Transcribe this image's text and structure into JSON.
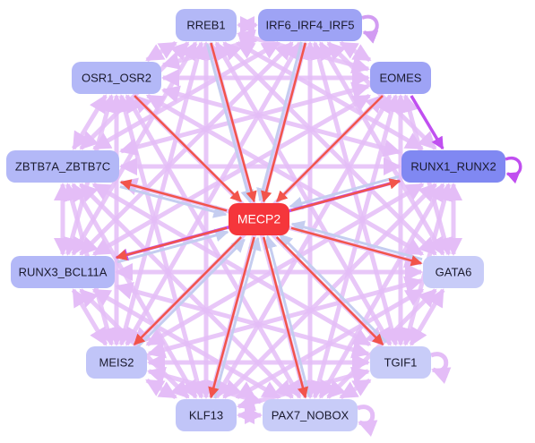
{
  "colors": {
    "background": "#ffffff",
    "edge_light": "#e4bdf7",
    "edge_mid": "#d29cf2",
    "edge_strong": "#c04ff0",
    "edge_red": "#f2544b",
    "edge_blue": "#c5cdf0",
    "hub_fill": "#f5363b"
  },
  "nodes": [
    {
      "id": "RREB1",
      "label": "RREB1",
      "fill": "#b3b8f7"
    },
    {
      "id": "IRF6_IRF4_IRF5",
      "label": "IRF6_IRF4_IRF5",
      "fill": "#9ea3f5"
    },
    {
      "id": "EOMES",
      "label": "EOMES",
      "fill": "#9ea3f5"
    },
    {
      "id": "OSR1_OSR2",
      "label": "OSR1_OSR2",
      "fill": "#b3b8f7"
    },
    {
      "id": "ZBTB7A_ZBTB7C",
      "label": "ZBTB7A_ZBTB7C",
      "fill": "#b3b8f7"
    },
    {
      "id": "RUNX1_RUNX2",
      "label": "RUNX1_RUNX2",
      "fill": "#8088f2"
    },
    {
      "id": "MECP2",
      "label": "MECP2",
      "fill": "#f5363b"
    },
    {
      "id": "RUNX3_BCL11A",
      "label": "RUNX3_BCL11A",
      "fill": "#b3b8f7"
    },
    {
      "id": "GATA6",
      "label": "GATA6",
      "fill": "#c8ccf8"
    },
    {
      "id": "MEIS2",
      "label": "MEIS2",
      "fill": "#c1c5f8"
    },
    {
      "id": "TGIF1",
      "label": "TGIF1",
      "fill": "#c8ccf8"
    },
    {
      "id": "KLF13",
      "label": "KLF13",
      "fill": "#c1c5f8"
    },
    {
      "id": "PAX7_NOBOX",
      "label": "PAX7_NOBOX",
      "fill": "#c8ccf8"
    }
  ],
  "edges": [
    {
      "from": "RREB1",
      "to": "MECP2",
      "kind": "red"
    },
    {
      "from": "IRF6_IRF4_IRF5",
      "to": "MECP2",
      "kind": "red"
    },
    {
      "from": "EOMES",
      "to": "MECP2",
      "kind": "red"
    },
    {
      "from": "OSR1_OSR2",
      "to": "MECP2",
      "kind": "red"
    },
    {
      "from": "MECP2",
      "to": "ZBTB7A_ZBTB7C",
      "kind": "red"
    },
    {
      "from": "MECP2",
      "to": "RUNX1_RUNX2",
      "kind": "red"
    },
    {
      "from": "MECP2",
      "to": "RUNX3_BCL11A",
      "kind": "red"
    },
    {
      "from": "MECP2",
      "to": "GATA6",
      "kind": "red"
    },
    {
      "from": "MECP2",
      "to": "MEIS2",
      "kind": "red"
    },
    {
      "from": "MECP2",
      "to": "TGIF1",
      "kind": "red"
    },
    {
      "from": "MECP2",
      "to": "KLF13",
      "kind": "red"
    },
    {
      "from": "MECP2",
      "to": "PAX7_NOBOX",
      "kind": "red"
    },
    {
      "from": "RUNX1_RUNX2",
      "to": "RUNX3_BCL11A",
      "kind": "strong"
    },
    {
      "from": "EOMES",
      "to": "RUNX1_RUNX2",
      "kind": "strong"
    },
    {
      "from": "RREB1",
      "to": "IRF6_IRF4_IRF5",
      "kind": "light"
    },
    {
      "from": "RREB1",
      "to": "OSR1_OSR2",
      "kind": "light"
    },
    {
      "from": "RREB1",
      "to": "EOMES",
      "kind": "light"
    },
    {
      "from": "RREB1",
      "to": "ZBTB7A_ZBTB7C",
      "kind": "light"
    },
    {
      "from": "RREB1",
      "to": "RUNX1_RUNX2",
      "kind": "light"
    },
    {
      "from": "RREB1",
      "to": "RUNX3_BCL11A",
      "kind": "light"
    },
    {
      "from": "RREB1",
      "to": "GATA6",
      "kind": "light"
    },
    {
      "from": "RREB1",
      "to": "MEIS2",
      "kind": "light"
    },
    {
      "from": "RREB1",
      "to": "TGIF1",
      "kind": "light"
    },
    {
      "from": "RREB1",
      "to": "KLF13",
      "kind": "light"
    },
    {
      "from": "RREB1",
      "to": "PAX7_NOBOX",
      "kind": "light"
    },
    {
      "from": "IRF6_IRF4_IRF5",
      "to": "EOMES",
      "kind": "light"
    },
    {
      "from": "IRF6_IRF4_IRF5",
      "to": "OSR1_OSR2",
      "kind": "light"
    },
    {
      "from": "IRF6_IRF4_IRF5",
      "to": "ZBTB7A_ZBTB7C",
      "kind": "light"
    },
    {
      "from": "IRF6_IRF4_IRF5",
      "to": "RUNX1_RUNX2",
      "kind": "light"
    },
    {
      "from": "IRF6_IRF4_IRF5",
      "to": "RUNX3_BCL11A",
      "kind": "light"
    },
    {
      "from": "IRF6_IRF4_IRF5",
      "to": "GATA6",
      "kind": "light"
    },
    {
      "from": "IRF6_IRF4_IRF5",
      "to": "MEIS2",
      "kind": "light"
    },
    {
      "from": "IRF6_IRF4_IRF5",
      "to": "TGIF1",
      "kind": "light"
    },
    {
      "from": "IRF6_IRF4_IRF5",
      "to": "KLF13",
      "kind": "light"
    },
    {
      "from": "IRF6_IRF4_IRF5",
      "to": "PAX7_NOBOX",
      "kind": "light"
    },
    {
      "from": "EOMES",
      "to": "OSR1_OSR2",
      "kind": "light"
    },
    {
      "from": "EOMES",
      "to": "ZBTB7A_ZBTB7C",
      "kind": "light"
    },
    {
      "from": "EOMES",
      "to": "RUNX3_BCL11A",
      "kind": "light"
    },
    {
      "from": "EOMES",
      "to": "GATA6",
      "kind": "light"
    },
    {
      "from": "EOMES",
      "to": "MEIS2",
      "kind": "light"
    },
    {
      "from": "EOMES",
      "to": "TGIF1",
      "kind": "light"
    },
    {
      "from": "EOMES",
      "to": "KLF13",
      "kind": "light"
    },
    {
      "from": "EOMES",
      "to": "PAX7_NOBOX",
      "kind": "light"
    },
    {
      "from": "OSR1_OSR2",
      "to": "ZBTB7A_ZBTB7C",
      "kind": "light"
    },
    {
      "from": "OSR1_OSR2",
      "to": "RUNX1_RUNX2",
      "kind": "light"
    },
    {
      "from": "OSR1_OSR2",
      "to": "RUNX3_BCL11A",
      "kind": "light"
    },
    {
      "from": "OSR1_OSR2",
      "to": "GATA6",
      "kind": "light"
    },
    {
      "from": "OSR1_OSR2",
      "to": "MEIS2",
      "kind": "light"
    },
    {
      "from": "OSR1_OSR2",
      "to": "TGIF1",
      "kind": "light"
    },
    {
      "from": "OSR1_OSR2",
      "to": "KLF13",
      "kind": "light"
    },
    {
      "from": "OSR1_OSR2",
      "to": "PAX7_NOBOX",
      "kind": "light"
    },
    {
      "from": "ZBTB7A_ZBTB7C",
      "to": "RUNX1_RUNX2",
      "kind": "light"
    },
    {
      "from": "ZBTB7A_ZBTB7C",
      "to": "RUNX3_BCL11A",
      "kind": "light"
    },
    {
      "from": "ZBTB7A_ZBTB7C",
      "to": "GATA6",
      "kind": "light"
    },
    {
      "from": "ZBTB7A_ZBTB7C",
      "to": "MEIS2",
      "kind": "light"
    },
    {
      "from": "ZBTB7A_ZBTB7C",
      "to": "TGIF1",
      "kind": "light"
    },
    {
      "from": "ZBTB7A_ZBTB7C",
      "to": "KLF13",
      "kind": "light"
    },
    {
      "from": "ZBTB7A_ZBTB7C",
      "to": "PAX7_NOBOX",
      "kind": "light"
    },
    {
      "from": "RUNX1_RUNX2",
      "to": "GATA6",
      "kind": "light"
    },
    {
      "from": "RUNX1_RUNX2",
      "to": "MEIS2",
      "kind": "light"
    },
    {
      "from": "RUNX1_RUNX2",
      "to": "TGIF1",
      "kind": "light"
    },
    {
      "from": "RUNX1_RUNX2",
      "to": "KLF13",
      "kind": "light"
    },
    {
      "from": "RUNX1_RUNX2",
      "to": "PAX7_NOBOX",
      "kind": "light"
    },
    {
      "from": "RUNX3_BCL11A",
      "to": "GATA6",
      "kind": "light"
    },
    {
      "from": "RUNX3_BCL11A",
      "to": "MEIS2",
      "kind": "light"
    },
    {
      "from": "RUNX3_BCL11A",
      "to": "TGIF1",
      "kind": "light"
    },
    {
      "from": "RUNX3_BCL11A",
      "to": "KLF13",
      "kind": "light"
    },
    {
      "from": "RUNX3_BCL11A",
      "to": "PAX7_NOBOX",
      "kind": "light"
    },
    {
      "from": "GATA6",
      "to": "MEIS2",
      "kind": "light"
    },
    {
      "from": "GATA6",
      "to": "TGIF1",
      "kind": "light"
    },
    {
      "from": "GATA6",
      "to": "KLF13",
      "kind": "light"
    },
    {
      "from": "GATA6",
      "to": "PAX7_NOBOX",
      "kind": "light"
    },
    {
      "from": "MEIS2",
      "to": "TGIF1",
      "kind": "light"
    },
    {
      "from": "MEIS2",
      "to": "KLF13",
      "kind": "light"
    },
    {
      "from": "MEIS2",
      "to": "PAX7_NOBOX",
      "kind": "light"
    },
    {
      "from": "TGIF1",
      "to": "KLF13",
      "kind": "light"
    },
    {
      "from": "TGIF1",
      "to": "PAX7_NOBOX",
      "kind": "light"
    },
    {
      "from": "KLF13",
      "to": "PAX7_NOBOX",
      "kind": "light"
    },
    {
      "from": "ZBTB7A_ZBTB7C",
      "to": "MECP2",
      "kind": "blue"
    },
    {
      "from": "GATA6",
      "to": "MECP2",
      "kind": "blue"
    },
    {
      "from": "KLF13",
      "to": "MECP2",
      "kind": "blue"
    },
    {
      "from": "PAX7_NOBOX",
      "to": "MECP2",
      "kind": "blue"
    },
    {
      "from": "RUNX1_RUNX2",
      "to": "MECP2",
      "kind": "blue"
    },
    {
      "from": "TGIF1",
      "to": "MECP2",
      "kind": "blue"
    },
    {
      "from": "RUNX3_BCL11A",
      "to": "MECP2",
      "kind": "blue"
    },
    {
      "from": "MEIS2",
      "to": "MECP2",
      "kind": "blue"
    },
    {
      "from": "RREB1",
      "to": "MECP2",
      "kind": "blue"
    },
    {
      "from": "IRF6_IRF4_IRF5",
      "to": "MECP2",
      "kind": "blue"
    }
  ],
  "self_loops": [
    {
      "node": "IRF6_IRF4_IRF5",
      "kind": "mid"
    },
    {
      "node": "RUNX1_RUNX2",
      "kind": "strong"
    },
    {
      "node": "TGIF1",
      "kind": "light"
    },
    {
      "node": "PAX7_NOBOX",
      "kind": "light"
    }
  ]
}
